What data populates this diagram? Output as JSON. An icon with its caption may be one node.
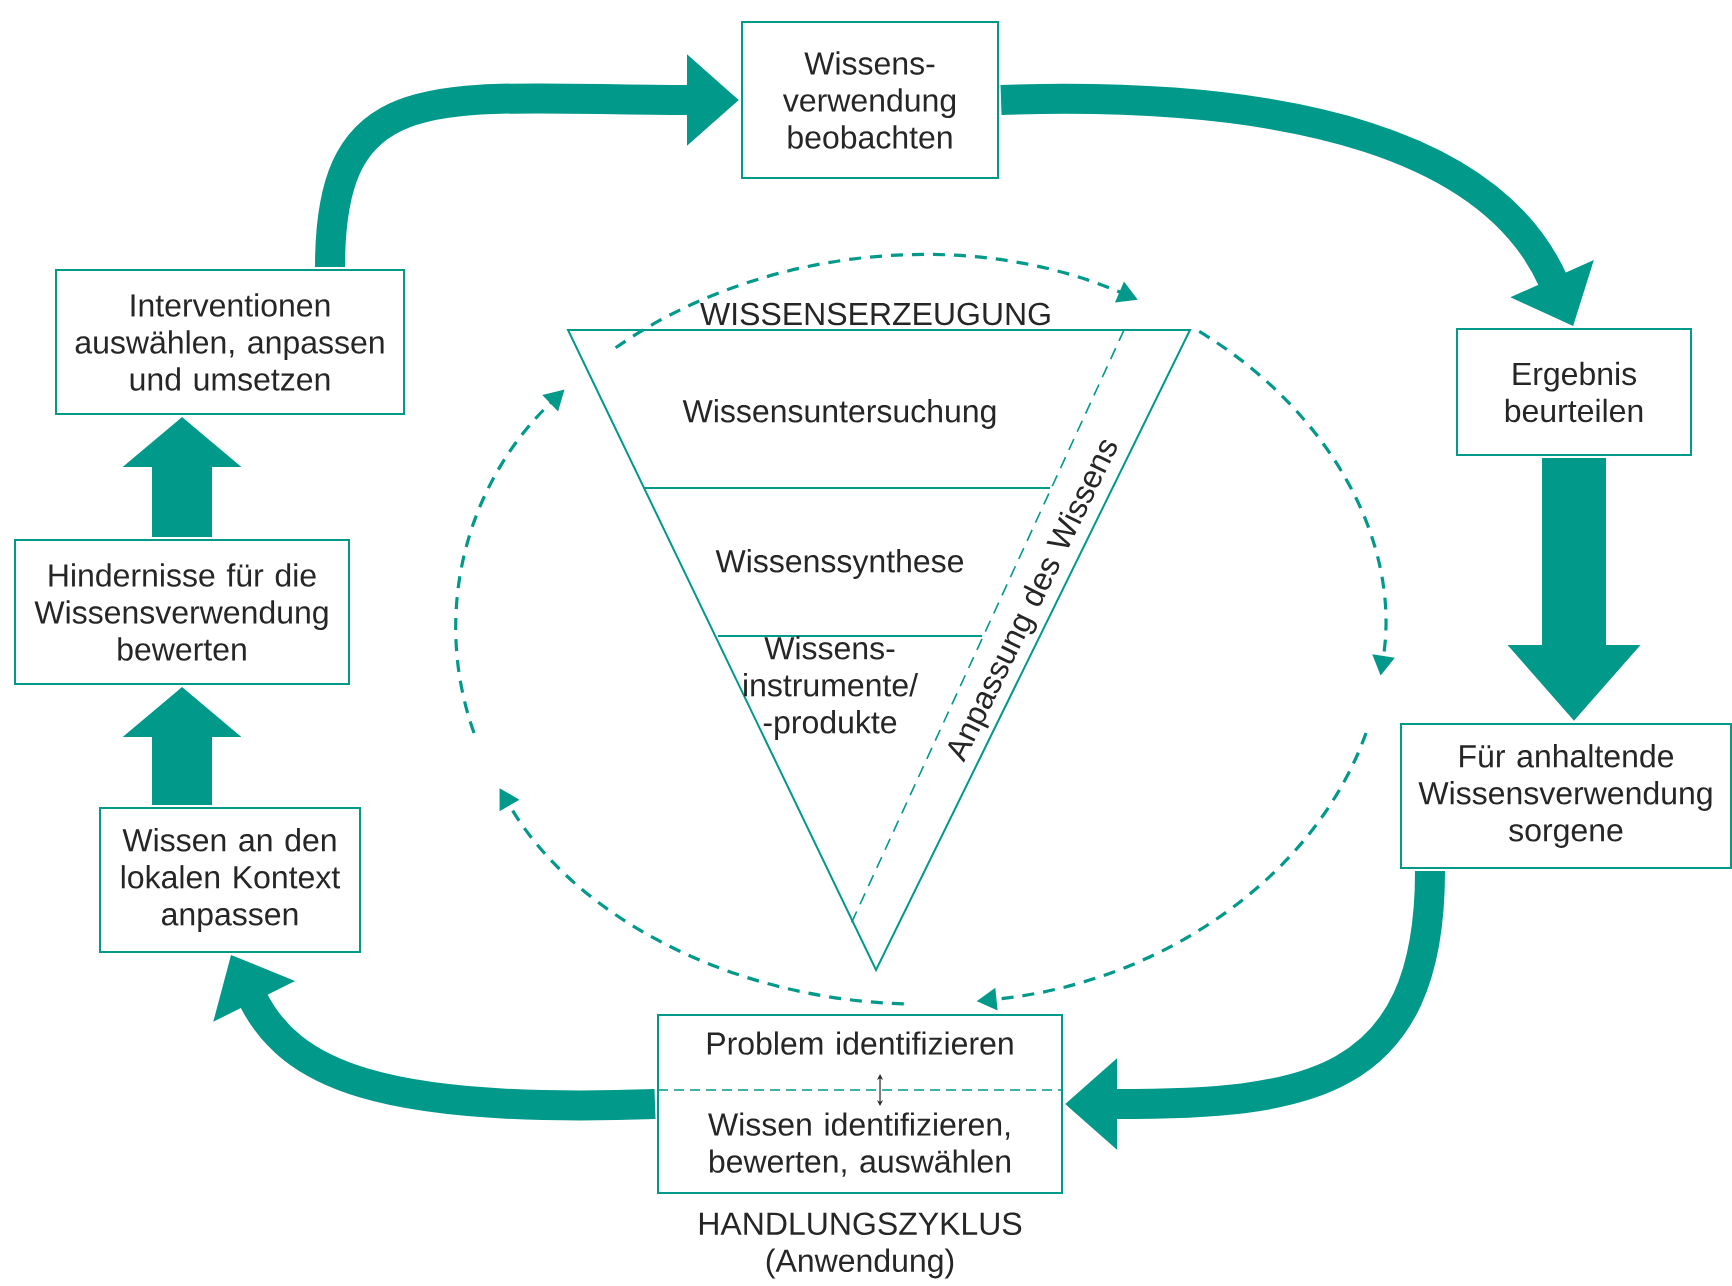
{
  "diagram": {
    "nodes": [
      {
        "text": [
          "Wissens- verwendung beobachten"
        ]
      },
      {
        "text": [
          "Ergebnis beurteilen"
        ]
      },
      {
        "text": [
          "Für anhaltende Wissensverwendung sorgene"
        ]
      },
      {
        "text": [
          "Problem identifizieren",
          "Wissen identifizieren, bewerten, auswählen"
        ],
        "beside": [
          "HANDLUNGSZYKLUS (Anwendung)"
        ]
      },
      {
        "text": [
          "Wissen an den lokalen Kontext anpassen"
        ]
      },
      {
        "text": [
          "Hindernisse für die Wissensverwendung bewerten"
        ]
      },
      {
        "text": [
          "Interventionen auswählen, anpassen und umsetzen"
        ]
      },
      {
        "text": [
          "WISSENSERZEUGUNG",
          "Wissensuntersuchung",
          "Wissenssynthese",
          "Wissens- instrumente/ -produkte",
          "Anpassung des Wissens"
        ]
      }
    ],
    "edges": [
      {
        "from": 0,
        "to": 1,
        "arrow": "to"
      },
      {
        "from": 1,
        "to": 2,
        "arrow": "to",
        "style": "thick"
      },
      {
        "from": 2,
        "to": 3,
        "arrow": "to"
      },
      {
        "from": 3,
        "to": 4,
        "arrow": "to"
      },
      {
        "from": 4,
        "to": 5,
        "arrow": "to",
        "style": "thick"
      },
      {
        "from": 5,
        "to": 6,
        "arrow": "to",
        "style": "thick"
      },
      {
        "from": 6,
        "to": 0,
        "arrow": "to"
      }
    ]
  }
}
